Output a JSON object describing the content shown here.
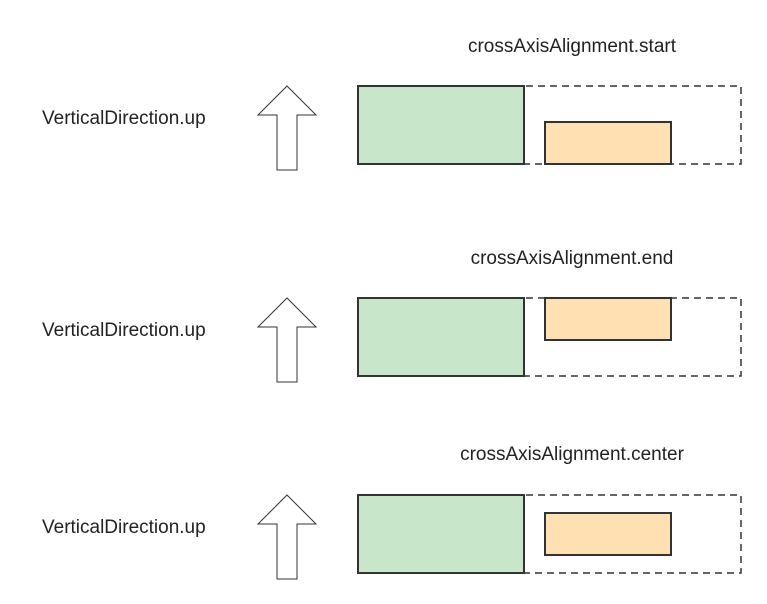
{
  "colors": {
    "outline": "#333333",
    "green_fill": "#c8e6c9",
    "orange_fill": "#ffe0b2",
    "arrow_fill": "#ffffff",
    "text": "#222222"
  },
  "icon": "up-arrow-icon",
  "rows": [
    {
      "title": "crossAxisAlignment.start",
      "direction_label": "VerticalDirection.up"
    },
    {
      "title": "crossAxisAlignment.end",
      "direction_label": "VerticalDirection.up"
    },
    {
      "title": "crossAxisAlignment.center",
      "direction_label": "VerticalDirection.up"
    }
  ]
}
